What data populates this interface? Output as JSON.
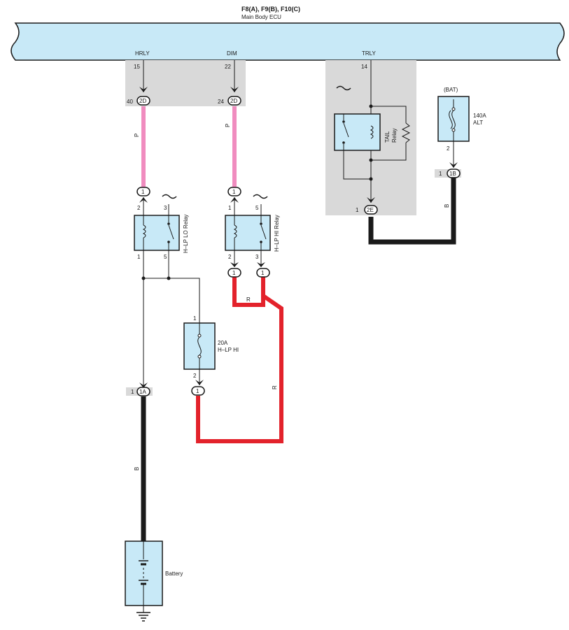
{
  "colors": {
    "ecu_fill": "#c8e9f7",
    "shade": "#d9d9d9",
    "wire_pink": "#f08cbf",
    "wire_red": "#e3222b",
    "wire_black": "#1a1a1a"
  },
  "ecu": {
    "title": "F8(A), F9(B), F10(C)",
    "subtitle": "Main Body ECU",
    "pins": [
      {
        "name": "HRLY",
        "num": "15"
      },
      {
        "name": "DIM",
        "num": "22"
      },
      {
        "name": "TRLY",
        "num": "14"
      }
    ]
  },
  "connectors": {
    "hrly_2d": {
      "pin": "40",
      "label": "2D"
    },
    "dim_2d": {
      "pin": "24",
      "label": "2D"
    },
    "trly_2e": {
      "pin": "1",
      "label": "2E"
    },
    "alt_1b": {
      "pin": "1",
      "label": "1B"
    },
    "bat_1a": {
      "pin": "1",
      "label": "1A"
    },
    "lo_relay_in": {
      "label": "1"
    },
    "hi_relay_in": {
      "label": "1"
    },
    "hi_relay_out2": {
      "label": "1"
    },
    "hi_relay_out3": {
      "label": "1"
    },
    "fuse_out": {
      "label": "1"
    }
  },
  "wires": {
    "pink_left": "P",
    "pink_right": "P",
    "red_top": "R",
    "red_right": "R",
    "black_bat": "B",
    "black_alt": "B"
  },
  "lo_relay": {
    "name": "H–LP LO Relay",
    "pins": [
      "2",
      "3",
      "1",
      "5"
    ]
  },
  "hi_relay": {
    "name": "H–LP HI Relay",
    "pins": [
      "1",
      "5",
      "2",
      "3"
    ]
  },
  "tail_relay": {
    "name_line1": "TAIL",
    "name_line2": "Relay"
  },
  "fuse_hi": {
    "rating": "20A",
    "name": "H–LP HI",
    "pin_in": "1",
    "pin_out": "2"
  },
  "fuse_alt": {
    "tag": "(BAT)",
    "rating": "140A",
    "name": "ALT",
    "pin_out": "2"
  },
  "battery": {
    "name": "Battery"
  }
}
